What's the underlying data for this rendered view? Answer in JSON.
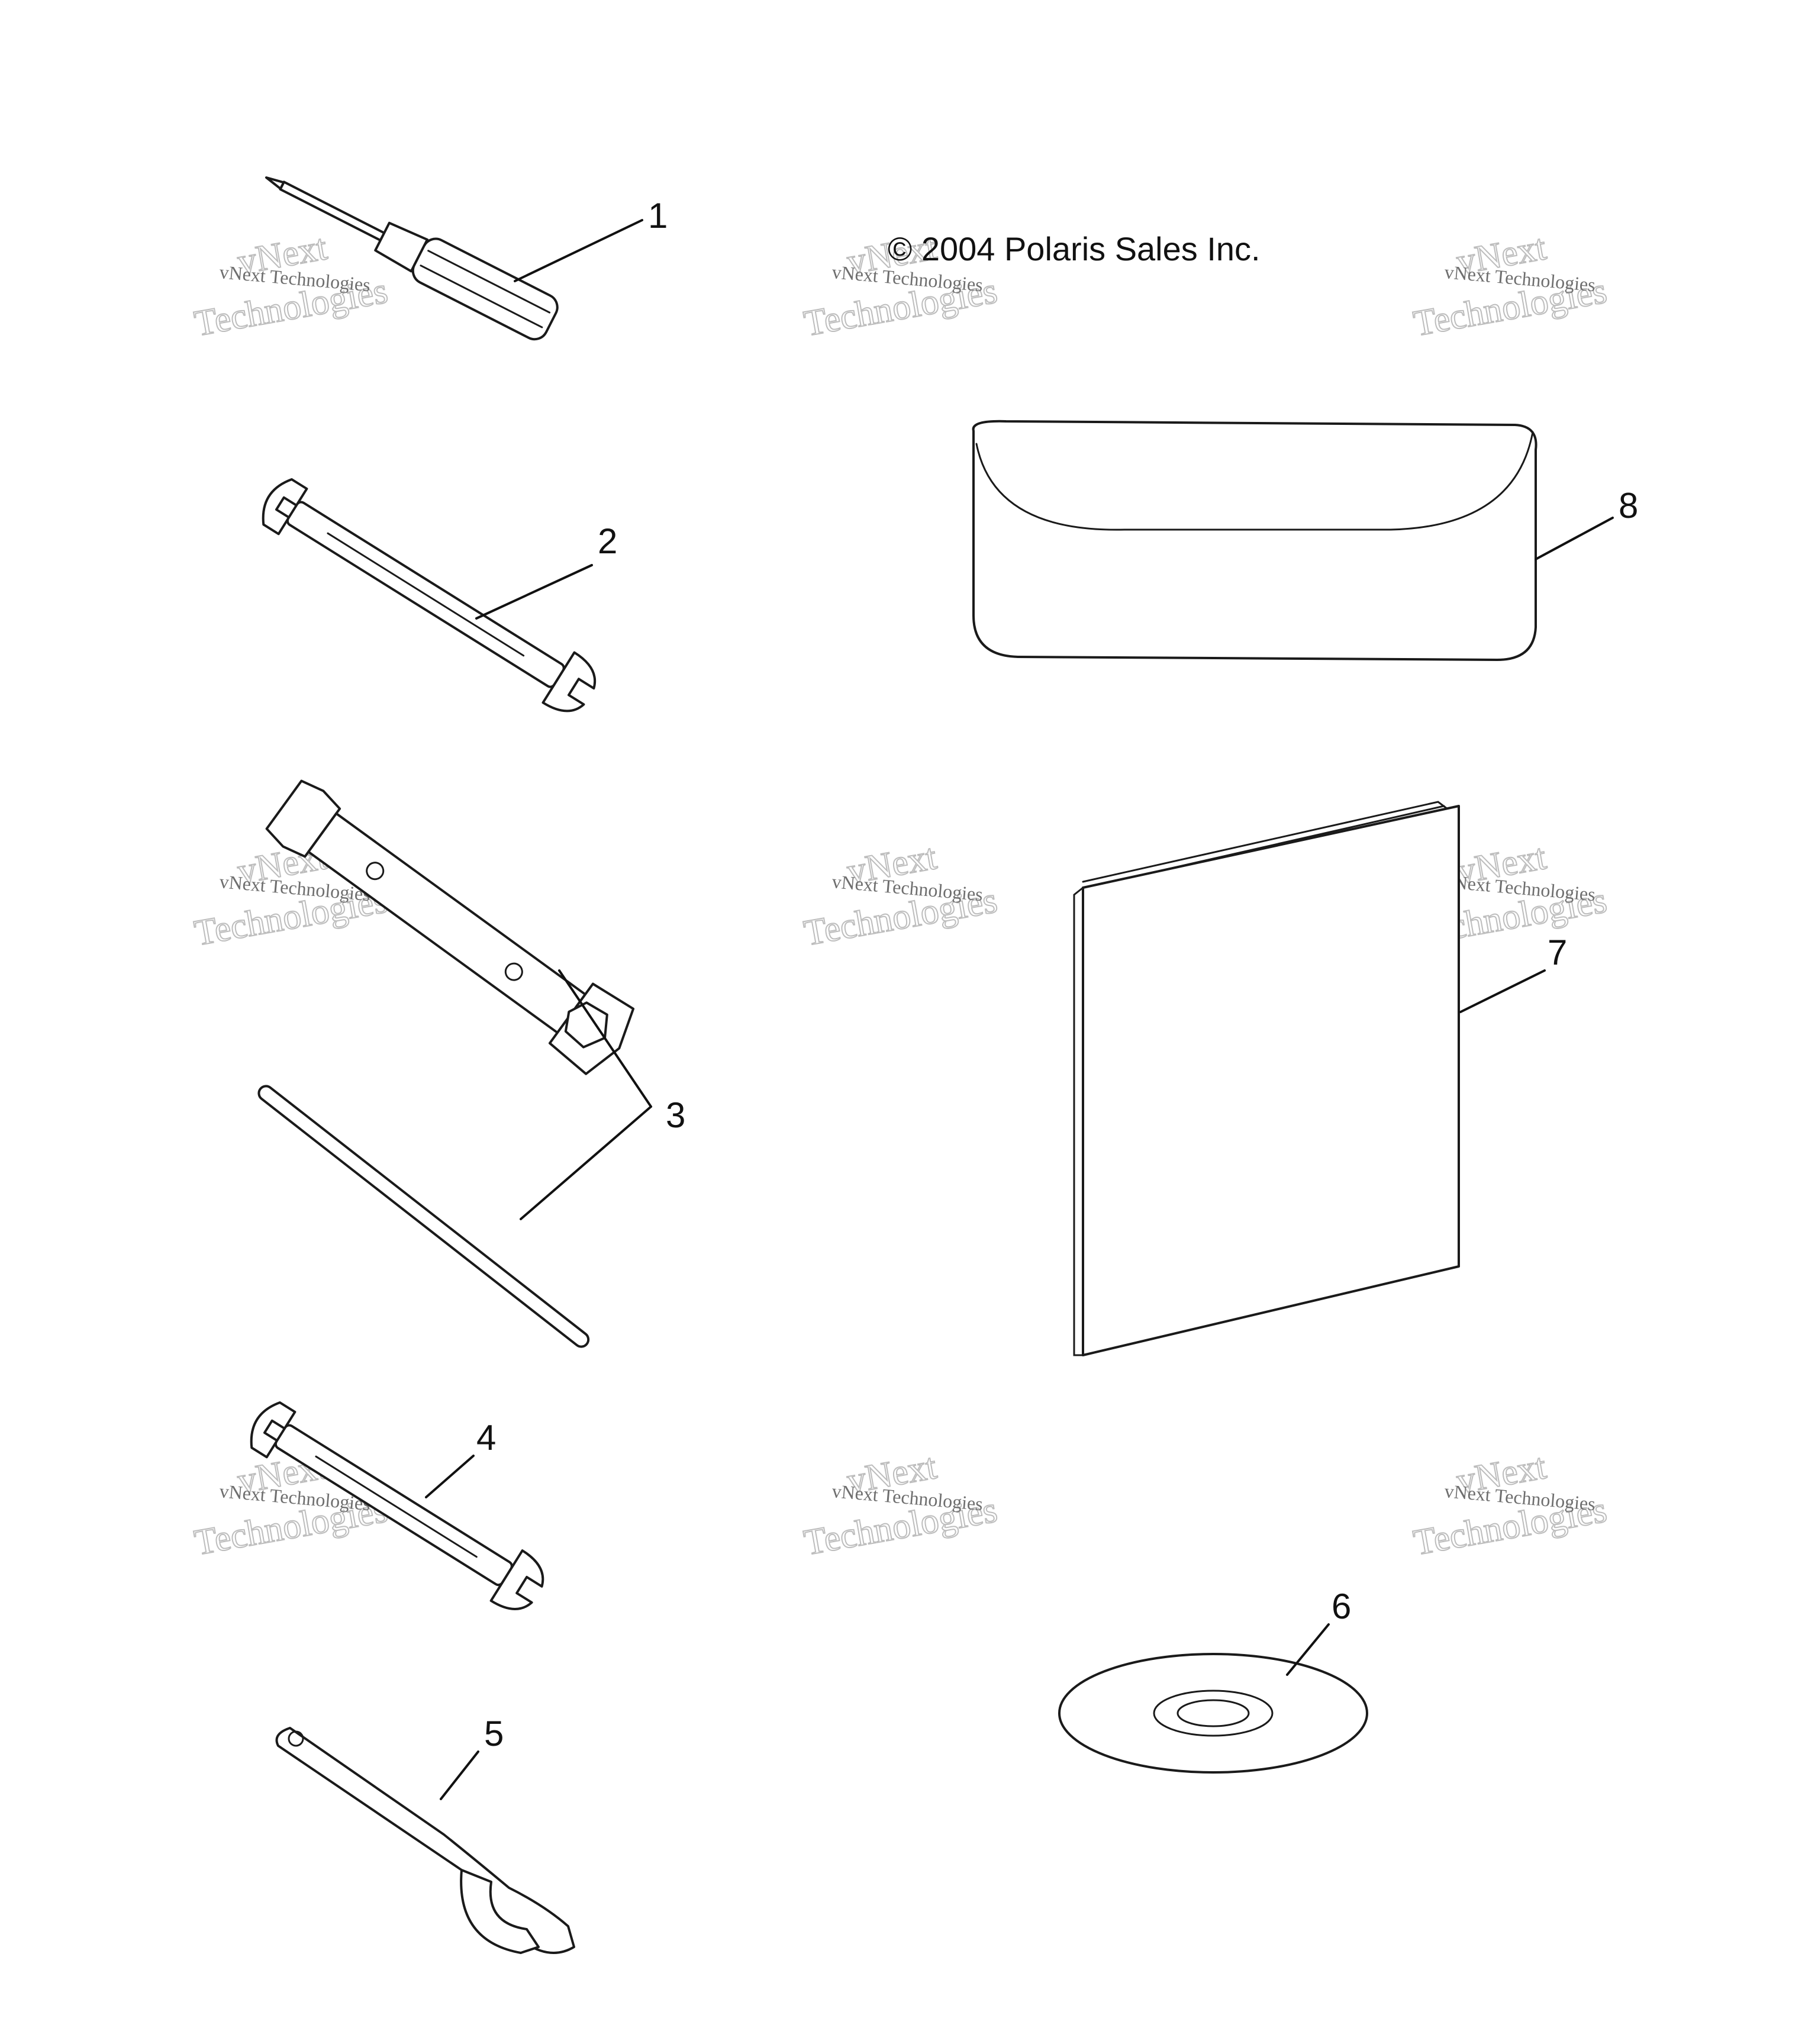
{
  "copyright": "© 2004 Polaris Sales Inc.",
  "watermark": {
    "line1": "vNext Technologies",
    "ghost_word_1": "vNext",
    "ghost_word_2": "Technologies"
  },
  "callouts": [
    {
      "id": 1,
      "label": "1",
      "part_icon": "screwdriver-icon"
    },
    {
      "id": 2,
      "label": "2",
      "part_icon": "open-end-wrench-icon"
    },
    {
      "id": 3,
      "label": "3",
      "part_icon": "tube-socket-wrench-and-bar-icon"
    },
    {
      "id": 4,
      "label": "4",
      "part_icon": "open-end-wrench-icon"
    },
    {
      "id": 5,
      "label": "5",
      "part_icon": "spanner-wrench-icon"
    },
    {
      "id": 6,
      "label": "6",
      "part_icon": "cd-disc-icon"
    },
    {
      "id": 7,
      "label": "7",
      "part_icon": "manual-booklet-icon"
    },
    {
      "id": 8,
      "label": "8",
      "part_icon": "tool-pouch-icon"
    }
  ]
}
